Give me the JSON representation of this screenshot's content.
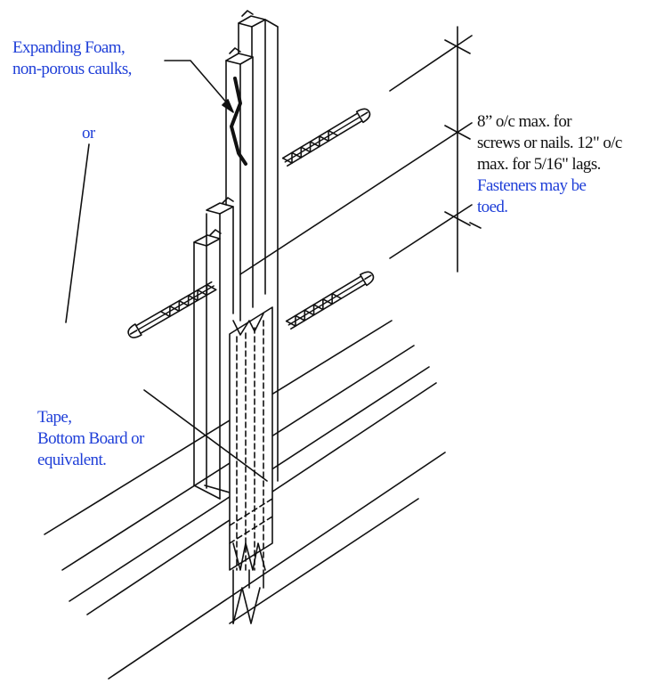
{
  "labels": {
    "foam": {
      "line1": "Expanding Foam,",
      "line2": "non-porous caulks,"
    },
    "or": "or",
    "tape": {
      "line1": "Tape,",
      "line2": "Bottom Board or",
      "line3": "equivalent."
    },
    "spacing": {
      "line1": "8” o/c max. for",
      "line2": "screws or nails. 12\" o/c",
      "line3": "max. for 5/16\" lags.",
      "line4": "Fasteners may be",
      "line5": "toed."
    }
  },
  "colors": {
    "ink": "#111111",
    "blue_text": "#1f3fd8"
  },
  "icons": [
    "screw-icon",
    "zigzag-seal-icon"
  ]
}
